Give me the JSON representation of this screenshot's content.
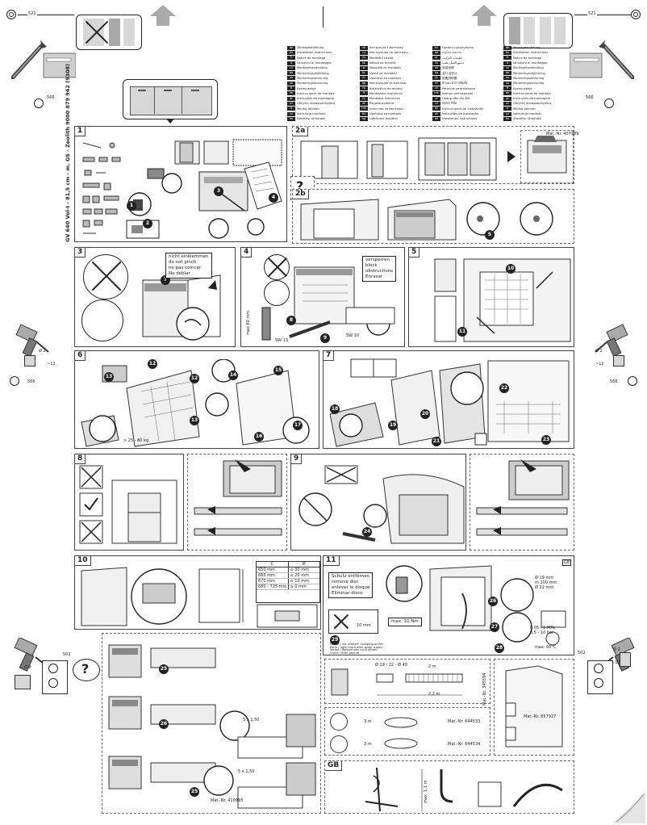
{
  "header": {
    "dim_521_left": "521",
    "dim_521_right": "521",
    "dim_566_tl": "566",
    "dim_566_tr": "566",
    "dim_566_ml": "566",
    "dim_566_mr": "566",
    "dim_502_l": "502",
    "dim_502_r": "502",
    "dim_12_l": "~12",
    "dim_12_r": "~12",
    "dim_2_l": "Ø 2",
    "dim_2_r": "Ø 2",
    "dim_8_l": "Ø 8",
    "dim_8_r": "Ø 8"
  },
  "languages": {
    "col1": [
      {
        "code": "de",
        "text": "Montageanleitung"
      },
      {
        "code": "en",
        "text": "Installation instructions"
      },
      {
        "code": "fr",
        "text": "Notice de montage"
      },
      {
        "code": "it",
        "text": "Istruzioni di montaggio"
      },
      {
        "code": "nl",
        "text": "Montagehandleiding"
      },
      {
        "code": "da",
        "text": "Monteringsvejledning"
      },
      {
        "code": "no",
        "text": "Monteringsanvisning"
      },
      {
        "code": "sv",
        "text": "Monteringsanvisning"
      },
      {
        "code": "fi",
        "text": "Asennusohje"
      },
      {
        "code": "es",
        "text": "Instrucciones de montaje"
      },
      {
        "code": "pt",
        "text": "Instruções de montagem"
      },
      {
        "code": "el",
        "text": "Οδηγίες συναρμολόγησης"
      },
      {
        "code": "tr",
        "text": "Montaj talimatı"
      },
      {
        "code": "pl",
        "text": "Instrukcja montażu"
      },
      {
        "code": "hu",
        "text": "Szerelési útmutató"
      }
    ],
    "col2": [
      {
        "code": "uk",
        "text": "Інструкція з монтажу"
      },
      {
        "code": "ru",
        "text": "Инструкция по монтажу"
      },
      {
        "code": "cs",
        "text": "Montážní návod"
      },
      {
        "code": "sk",
        "text": "Návod na montáž"
      },
      {
        "code": "sl",
        "text": "Navodila za montažo"
      },
      {
        "code": "hr",
        "text": "Upute za montažu"
      },
      {
        "code": "sr",
        "text": "Uputstvo za montažu"
      },
      {
        "code": "bg",
        "text": "Инструкция за монтаж"
      },
      {
        "code": "ro",
        "text": "Instrucţiuni de montaj"
      },
      {
        "code": "lt",
        "text": "Montavimo instrukcija"
      },
      {
        "code": "lv",
        "text": "Montāžas instrukcija"
      },
      {
        "code": "et",
        "text": "Paigaldusjuhend"
      },
      {
        "code": "mk",
        "text": "Упатство за монтажа"
      },
      {
        "code": "bs",
        "text": "Uputstvo za montažu"
      },
      {
        "code": "sq",
        "text": "Udhëzime montimi"
      }
    ],
    "col3": [
      {
        "code": "kk",
        "text": "Орнату нұсқаулығы"
      },
      {
        "code": "he",
        "text": "הוראות התקנה"
      },
      {
        "code": "ar",
        "text": "تعليمات التركيب"
      },
      {
        "code": "fa",
        "text": "دستورالعمل نصب"
      },
      {
        "code": "zh",
        "text": "安装说明"
      },
      {
        "code": "ko",
        "text": "설치 설명서"
      },
      {
        "code": "ja",
        "text": "設置説明書"
      },
      {
        "code": "th",
        "text": "คำแนะนำการติดตั้ง"
      },
      {
        "code": "id",
        "text": "Petunjuk pemasangan"
      },
      {
        "code": "ms",
        "text": "Arahan pemasangan"
      },
      {
        "code": "vi",
        "text": "Hướng dẫn lắp đặt"
      },
      {
        "code": "hi",
        "text": "स्थापना निर्देश"
      },
      {
        "code": "es",
        "text": "Instrucciones de instalación"
      },
      {
        "code": "pt",
        "text": "Instruções de instalação"
      },
      {
        "code": "en",
        "text": "Installation instructions"
      }
    ]
  },
  "side_title": "GV 640 Vol-I - 81,5 cm - m. GS - Zeolith    9000 879 942 (9308)",
  "steps": {
    "s1": "1",
    "s2a": "2a",
    "s2b": "2b",
    "s3": "3",
    "s4": "4",
    "s5": "5",
    "s6": "6",
    "s7": "7",
    "s8": "8",
    "s9": "9",
    "s10": "10",
    "s11": "11",
    "gb": "GB"
  },
  "panel2a": {
    "mat": "Mat.-Nr. 407989"
  },
  "panel3": {
    "warning": [
      "nicht einklemmen",
      "do not pinch",
      "ne pas coincer",
      "No doblar"
    ]
  },
  "panel4": {
    "warning": [
      "versperren",
      "block",
      "obstructions",
      "Enrasar"
    ],
    "sw10": "SW 10",
    "sw13": "SW 13",
    "dim": "max 80 mm"
  },
  "panel6": {
    "weight": "> 25 - 80 kg"
  },
  "panel10": {
    "header_c": "C",
    "header_d": "Ø",
    "rows": [
      {
        "c": "650 mm",
        "d": "≤ 30 mm"
      },
      {
        "c": "660 mm",
        "d": "≤ 20 mm"
      },
      {
        "c": "670 mm",
        "d": "≤ 10 mm"
      },
      {
        "c": "680 - 725 mm",
        "d": "≥ 0 mm"
      }
    ],
    "mat": "Mat.-Nr. 410093",
    "screws": "5 x 1,50",
    "screws2": "5 x 1,50"
  },
  "panel11": {
    "warning": [
      "Schutz entfernen",
      "remove disc",
      "enlever le disque",
      "Eliminar disco"
    ],
    "max": "max. 10 Nm",
    "dim_10": "10 mm",
    "pressure": "0,05 - 1 MPa\n0,5 - 10 bar",
    "temp": "max. 60°C",
    "dims": "Ø 19 mm\nm 100 mm\nØ 22 mm",
    "notes": [
      "Verbot / not allowed: Spülgang prüfen",
      "Dicht / tight check after water supply",
      "Verbot / Wasserhahn nicht öffnen",
      "Check / Bitte geprüft"
    ]
  },
  "panel_hose": {
    "dim_2m": "2 m",
    "dim_22m": "2,2 m",
    "dim_3m_1": "3 m",
    "dim_3m_2": "3 m",
    "mat1": "Mat.-Nr. 644533",
    "mat2": "Mat.-Nr. 644534",
    "mat_side": "Mat.-Nr. 345594",
    "mat_cab": "Mat.-Nr. 657927",
    "fitting": "Ø 19 / 22 - Ø 40"
  },
  "gb_panel": {
    "dim": "max. 1,1 m"
  }
}
